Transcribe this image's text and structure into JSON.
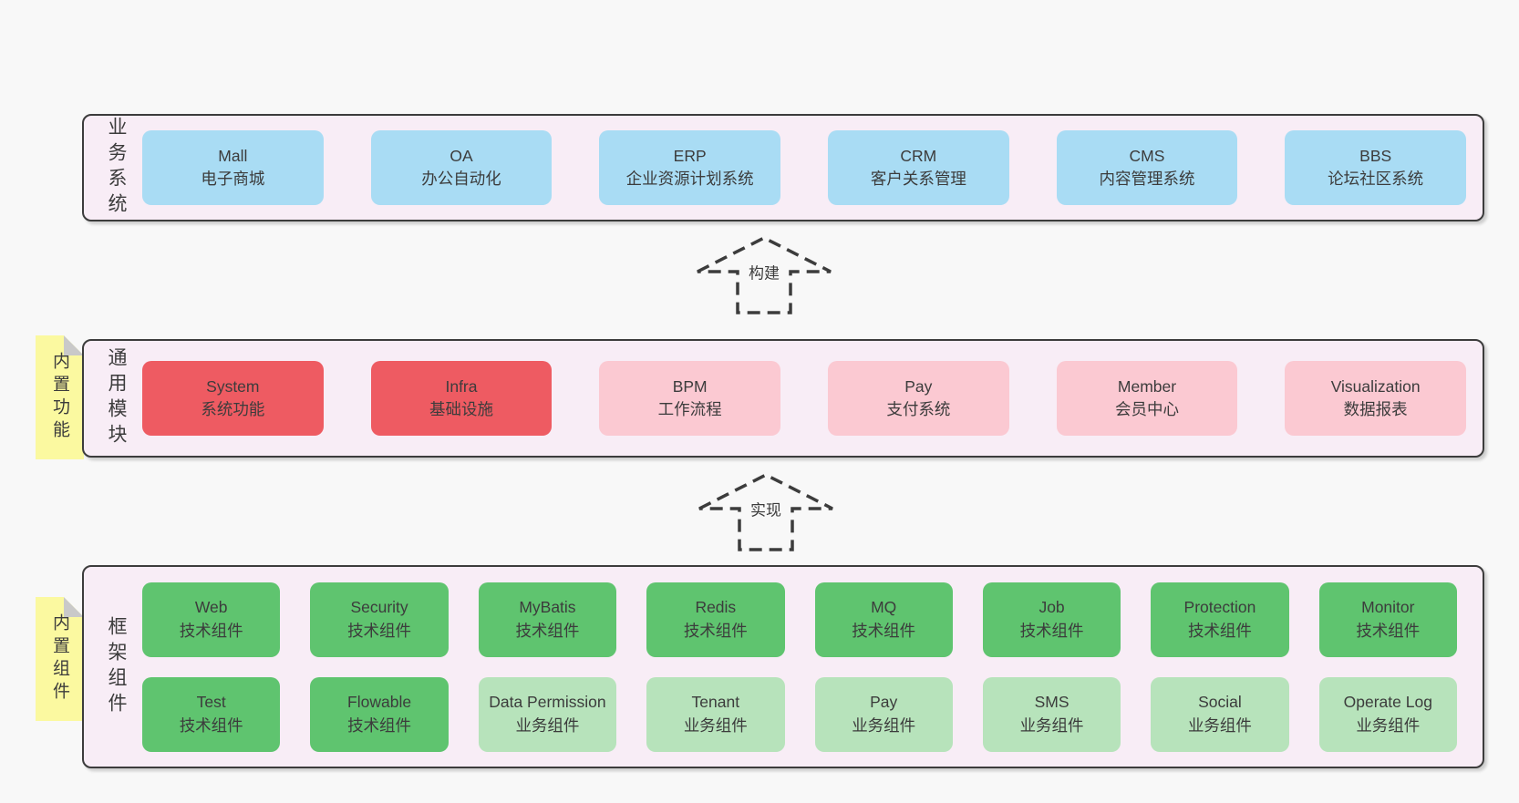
{
  "palette": {
    "canvas": "#f8f8f8",
    "band_bg": "#f8edf6",
    "border": "#3c3c3c",
    "text": "#3c3c3c",
    "blue": "#a9dcf4",
    "red": "#ee5b62",
    "pink": "#fbc9d2",
    "green": "#5fc46f",
    "light_green": "#b7e3bb",
    "note_yellow": "#fbf9a0",
    "fold_gray": "#c9c9c9"
  },
  "arrows": [
    {
      "label": "构建"
    },
    {
      "label": "实现"
    }
  ],
  "bands": [
    {
      "label": "业务系统",
      "boxes": [
        {
          "title": "Mall",
          "subtitle": "电子商城",
          "color": "blue"
        },
        {
          "title": "OA",
          "subtitle": "办公自动化",
          "color": "blue"
        },
        {
          "title": "ERP",
          "subtitle": "企业资源计划系统",
          "color": "blue"
        },
        {
          "title": "CRM",
          "subtitle": "客户关系管理",
          "color": "blue"
        },
        {
          "title": "CMS",
          "subtitle": "内容管理系统",
          "color": "blue"
        },
        {
          "title": "BBS",
          "subtitle": "论坛社区系统",
          "color": "blue"
        }
      ]
    },
    {
      "label": "通用模块",
      "note": "内置功能",
      "boxes": [
        {
          "title": "System",
          "subtitle": "系统功能",
          "color": "red"
        },
        {
          "title": "Infra",
          "subtitle": "基础设施",
          "color": "red"
        },
        {
          "title": "BPM",
          "subtitle": "工作流程",
          "color": "pink"
        },
        {
          "title": "Pay",
          "subtitle": "支付系统",
          "color": "pink"
        },
        {
          "title": "Member",
          "subtitle": "会员中心",
          "color": "pink"
        },
        {
          "title": "Visualization",
          "subtitle": "数据报表",
          "color": "pink"
        }
      ]
    },
    {
      "label": "框架组件",
      "note": "内置组件",
      "rows": [
        [
          {
            "title": "Web",
            "subtitle": "技术组件",
            "color": "green"
          },
          {
            "title": "Security",
            "subtitle": "技术组件",
            "color": "green"
          },
          {
            "title": "MyBatis",
            "subtitle": "技术组件",
            "color": "green"
          },
          {
            "title": "Redis",
            "subtitle": "技术组件",
            "color": "green"
          },
          {
            "title": "MQ",
            "subtitle": "技术组件",
            "color": "green"
          },
          {
            "title": "Job",
            "subtitle": "技术组件",
            "color": "green"
          },
          {
            "title": "Protection",
            "subtitle": "技术组件",
            "color": "green"
          },
          {
            "title": "Monitor",
            "subtitle": "技术组件",
            "color": "green"
          }
        ],
        [
          {
            "title": "Test",
            "subtitle": "技术组件",
            "color": "green"
          },
          {
            "title": "Flowable",
            "subtitle": "技术组件",
            "color": "green"
          },
          {
            "title": "Data Permission",
            "subtitle": "业务组件",
            "color": "light_green"
          },
          {
            "title": "Tenant",
            "subtitle": "业务组件",
            "color": "light_green"
          },
          {
            "title": "Pay",
            "subtitle": "业务组件",
            "color": "light_green"
          },
          {
            "title": "SMS",
            "subtitle": "业务组件",
            "color": "light_green"
          },
          {
            "title": "Social",
            "subtitle": "业务组件",
            "color": "light_green"
          },
          {
            "title": "Operate Log",
            "subtitle": "业务组件",
            "color": "light_green"
          }
        ]
      ]
    }
  ]
}
